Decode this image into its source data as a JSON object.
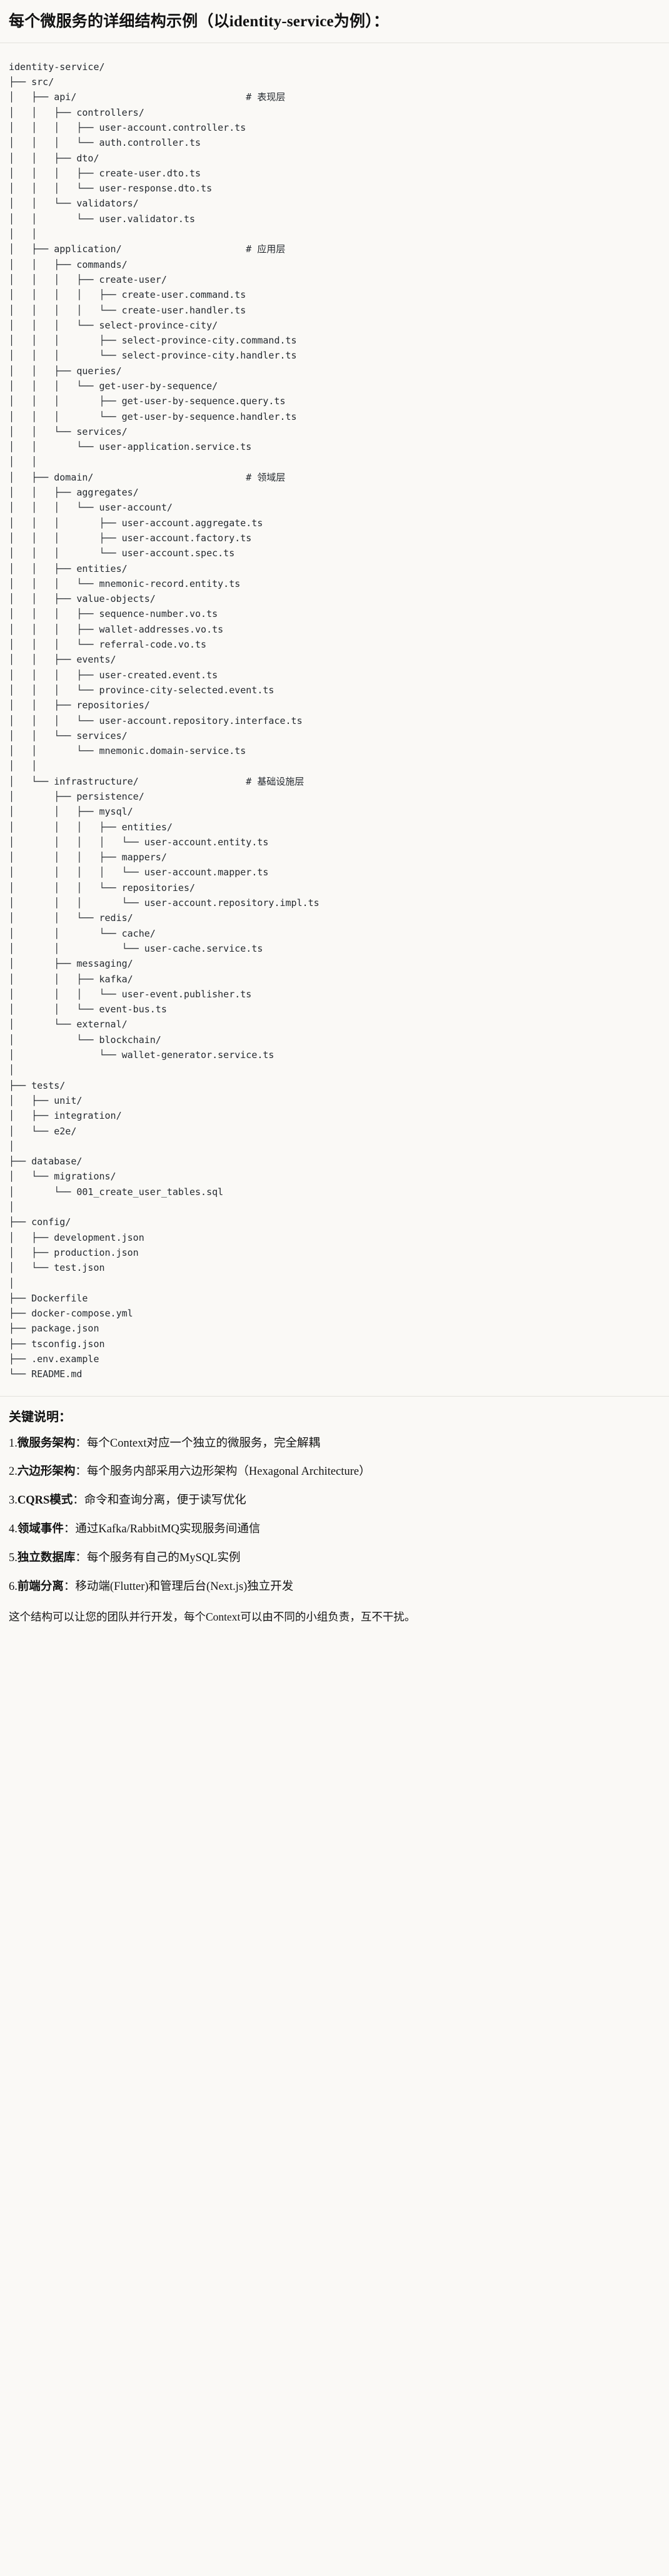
{
  "heading": "每个微服务的详细结构示例（以identity-service为例）：",
  "tree": {
    "root": "identity-service/",
    "lines": [
      "identity-service/",
      "├── src/",
      "│   ├── api/                              # 表现层",
      "│   │   ├── controllers/",
      "│   │   │   ├── user-account.controller.ts",
      "│   │   │   └── auth.controller.ts",
      "│   │   ├── dto/",
      "│   │   │   ├── create-user.dto.ts",
      "│   │   │   └── user-response.dto.ts",
      "│   │   └── validators/",
      "│   │       └── user.validator.ts",
      "│   │",
      "│   ├── application/                      # 应用层",
      "│   │   ├── commands/",
      "│   │   │   ├── create-user/",
      "│   │   │   │   ├── create-user.command.ts",
      "│   │   │   │   └── create-user.handler.ts",
      "│   │   │   └── select-province-city/",
      "│   │   │       ├── select-province-city.command.ts",
      "│   │   │       └── select-province-city.handler.ts",
      "│   │   ├── queries/",
      "│   │   │   └── get-user-by-sequence/",
      "│   │   │       ├── get-user-by-sequence.query.ts",
      "│   │   │       └── get-user-by-sequence.handler.ts",
      "│   │   └── services/",
      "│   │       └── user-application.service.ts",
      "│   │",
      "│   ├── domain/                           # 领域层",
      "│   │   ├── aggregates/",
      "│   │   │   └── user-account/",
      "│   │   │       ├── user-account.aggregate.ts",
      "│   │   │       ├── user-account.factory.ts",
      "│   │   │       └── user-account.spec.ts",
      "│   │   ├── entities/",
      "│   │   │   └── mnemonic-record.entity.ts",
      "│   │   ├── value-objects/",
      "│   │   │   ├── sequence-number.vo.ts",
      "│   │   │   ├── wallet-addresses.vo.ts",
      "│   │   │   └── referral-code.vo.ts",
      "│   │   ├── events/",
      "│   │   │   ├── user-created.event.ts",
      "│   │   │   └── province-city-selected.event.ts",
      "│   │   ├── repositories/",
      "│   │   │   └── user-account.repository.interface.ts",
      "│   │   └── services/",
      "│   │       └── mnemonic.domain-service.ts",
      "│   │",
      "│   └── infrastructure/                   # 基础设施层",
      "│       ├── persistence/",
      "│       │   ├── mysql/",
      "│       │   │   ├── entities/",
      "│       │   │   │   └── user-account.entity.ts",
      "│       │   │   ├── mappers/",
      "│       │   │   │   └── user-account.mapper.ts",
      "│       │   │   └── repositories/",
      "│       │   │       └── user-account.repository.impl.ts",
      "│       │   └── redis/",
      "│       │       └── cache/",
      "│       │           └── user-cache.service.ts",
      "│       ├── messaging/",
      "│       │   ├── kafka/",
      "│       │   │   └── user-event.publisher.ts",
      "│       │   └── event-bus.ts",
      "│       └── external/",
      "│           └── blockchain/",
      "│               └── wallet-generator.service.ts",
      "│",
      "├── tests/",
      "│   ├── unit/",
      "│   ├── integration/",
      "│   └── e2e/",
      "│",
      "├── database/",
      "│   └── migrations/",
      "│       └── 001_create_user_tables.sql",
      "│",
      "├── config/",
      "│   ├── development.json",
      "│   ├── production.json",
      "│   └── test.json",
      "│",
      "├── Dockerfile",
      "├── docker-compose.yml",
      "├── package.json",
      "├── tsconfig.json",
      "├── .env.example",
      "└── README.md"
    ]
  },
  "notes": {
    "title": "关键说明：",
    "items": [
      {
        "num": "1.",
        "term": "微服务架构",
        "sep": "：",
        "body": "每个Context对应一个独立的微服务，完全解耦"
      },
      {
        "num": "2.",
        "term": "六边形架构",
        "sep": "：",
        "body": "每个服务内部采用六边形架构（Hexagonal Architecture）"
      },
      {
        "num": "3.",
        "term": "CQRS模式",
        "sep": "：",
        "body": "命令和查询分离，便于读写优化"
      },
      {
        "num": "4.",
        "term": "领域事件",
        "sep": "：",
        "body": "通过Kafka/RabbitMQ实现服务间通信"
      },
      {
        "num": "5.",
        "term": "独立数据库",
        "sep": "：",
        "body": "每个服务有自己的MySQL实例"
      },
      {
        "num": "6.",
        "term": "前端分离",
        "sep": "：",
        "body": "移动端(Flutter)和管理后台(Next.js)独立开发"
      }
    ],
    "closing": "这个结构可以让您的团队并行开发，每个Context可以由不同的小组负责，互不干扰。"
  },
  "layer_comments": {
    "api": "# 表现层",
    "application": "# 应用层",
    "domain": "# 领域层",
    "infrastructure": "# 基础设施层"
  },
  "colors": {
    "background": "#faf9f6",
    "text": "#1a1a1a",
    "code_text": "#24292f",
    "rule": "#e3e1dc"
  }
}
